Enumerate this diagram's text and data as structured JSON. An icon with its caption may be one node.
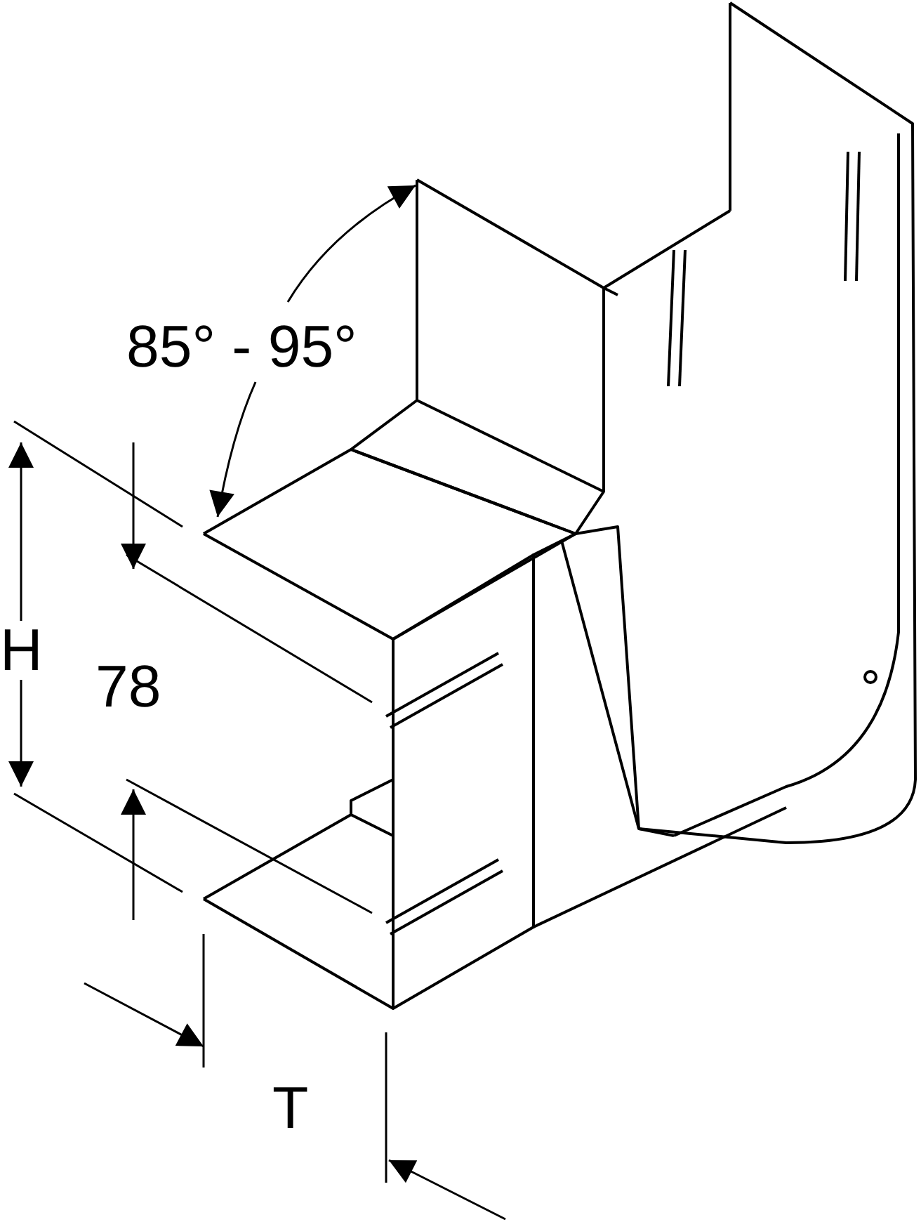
{
  "diagram": {
    "labels": [
      "85° - 95°",
      "H",
      "78",
      "T"
    ]
  }
}
